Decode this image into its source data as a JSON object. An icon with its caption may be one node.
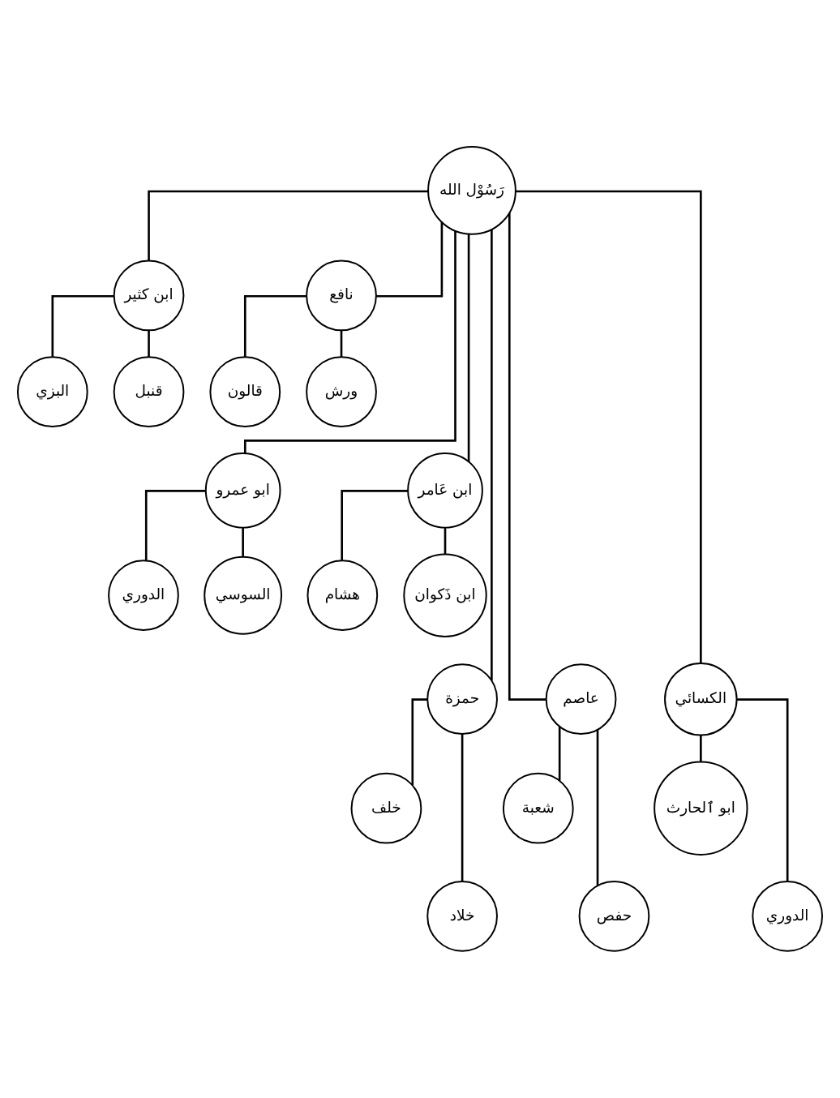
{
  "diagram": {
    "nodes": [
      {
        "text": [
          "رَسُوْل الله"
        ]
      },
      {
        "text": [
          "نافع"
        ]
      },
      {
        "text": [
          "ابن كثير"
        ]
      },
      {
        "text": [
          "ورش"
        ]
      },
      {
        "text": [
          "قالون"
        ]
      },
      {
        "text": [
          "قنبل"
        ]
      },
      {
        "text": [
          "البزي"
        ]
      },
      {
        "text": [
          "ابن عَامر"
        ]
      },
      {
        "text": [
          "ابو عمرو"
        ]
      },
      {
        "text": [
          "ابن ذَكوان"
        ]
      },
      {
        "text": [
          "هشام"
        ]
      },
      {
        "text": [
          "السوسي"
        ]
      },
      {
        "text": [
          "الدوري"
        ]
      },
      {
        "text": [
          "الكسائي"
        ]
      },
      {
        "text": [
          "عاصم"
        ]
      },
      {
        "text": [
          "حمزة"
        ]
      },
      {
        "text": [
          "ابو ٱلحارث"
        ]
      },
      {
        "text": [
          "الدوري"
        ]
      },
      {
        "text": [
          "شعبة"
        ]
      },
      {
        "text": [
          "حفص"
        ]
      },
      {
        "text": [
          "خلف"
        ]
      },
      {
        "text": [
          "خلاد"
        ]
      }
    ],
    "edges": [
      {
        "from": 0,
        "to": 1,
        "arrow": "none"
      },
      {
        "from": 0,
        "to": 2,
        "arrow": "none"
      },
      {
        "from": 1,
        "to": 3,
        "arrow": "none"
      },
      {
        "from": 1,
        "to": 4,
        "arrow": "none"
      },
      {
        "from": 2,
        "to": 5,
        "arrow": "none"
      },
      {
        "from": 2,
        "to": 6,
        "arrow": "none"
      },
      {
        "from": 0,
        "to": 7,
        "arrow": "none"
      },
      {
        "from": 0,
        "to": 8,
        "arrow": "none"
      },
      {
        "from": 7,
        "to": 9,
        "arrow": "none"
      },
      {
        "from": 7,
        "to": 10,
        "arrow": "none"
      },
      {
        "from": 8,
        "to": 11,
        "arrow": "none"
      },
      {
        "from": 8,
        "to": 12,
        "arrow": "none"
      },
      {
        "from": 0,
        "to": 13,
        "arrow": "none"
      },
      {
        "from": 0,
        "to": 14,
        "arrow": "none"
      },
      {
        "from": 0,
        "to": 15,
        "arrow": "none"
      },
      {
        "from": 13,
        "to": 16,
        "arrow": "none"
      },
      {
        "from": 13,
        "to": 17,
        "arrow": "none"
      },
      {
        "from": 14,
        "to": 18,
        "arrow": "none"
      },
      {
        "from": 14,
        "to": 19,
        "arrow": "none"
      },
      {
        "from": 15,
        "to": 20,
        "arrow": "none"
      },
      {
        "from": 15,
        "to": 21,
        "arrow": "none"
      }
    ]
  }
}
